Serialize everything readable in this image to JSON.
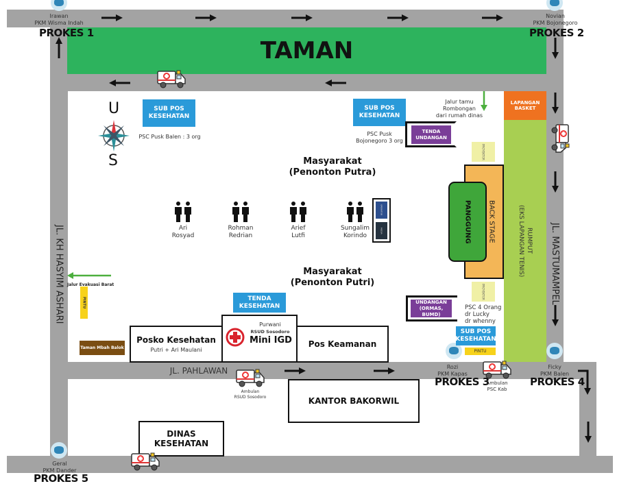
{
  "colors": {
    "road": "#a3a3a3",
    "taman": "#2db35d",
    "rumput": "#a8cf52",
    "basket": "#ef7220",
    "backstage": "#f3b657",
    "panggung": "#3fa63a",
    "sub_pos": "#2a9ad9",
    "tenda_undangan": "#7a3e98",
    "pintu": "#f7d21b",
    "taman_mbah_balok": "#7a4d12",
    "projector": "#f0f0a6",
    "evacuation_arrow": "#4caf3e"
  },
  "taman": "TAMAN",
  "compass": {
    "north": "U",
    "south": "S"
  },
  "prokes": [
    {
      "title": "PROKES 1",
      "person": "Irawan",
      "unit": "PKM Wisma Indah"
    },
    {
      "title": "PROKES 2",
      "person": "Novian",
      "unit": "PKM Bojonegoro"
    },
    {
      "title": "PROKES 3",
      "person": "Rozi",
      "unit": "PKM Kapas"
    },
    {
      "title": "PROKES 4",
      "person": "Ficky",
      "unit": "PKM Balen"
    },
    {
      "title": "PROKES 5",
      "person": "Geral",
      "unit": "PKM Dander"
    }
  ],
  "sub_pos": [
    {
      "label": "SUB POS KESEHATAN",
      "note": "PSC Pusk  Balen : 3 org"
    },
    {
      "label": "SUB POS KESEHATAN",
      "note1": "PSC Pusk",
      "note2": "Bojonegoro 3 org"
    },
    {
      "label": "SUB POS KESEHATAN",
      "note1": "PSC 4 Orang",
      "note2": "dr Lucky",
      "note3": "dr whenny"
    }
  ],
  "tenda_undangan": "TENDA UNDANGAN",
  "undangan_ormas": {
    "line1": "UNDANGAN",
    "line2": "(ORMAS, BUMD)"
  },
  "jalur_tamu": {
    "line1": "Jalur tamu",
    "line2": "Rombongan",
    "line3": "dari rumah dinas"
  },
  "lapangan_basket": {
    "line1": "LAPANGAN",
    "line2": "BASKET"
  },
  "rumput": {
    "line1": "RUMPUT",
    "line2": "(EKS LAPANGAN TENIS)"
  },
  "back_stage": "BACK STAGE",
  "panggung": "PANGGUNG",
  "projector": "PROYEKTOR",
  "operator": "OPERATOR",
  "media": "MEDIA",
  "masyarakat_putra": {
    "line1": "Masyarakat",
    "line2": "(Penonton Putra)"
  },
  "masyarakat_putri": {
    "line1": "Masyarakat",
    "line2": "(Penonton Putri)"
  },
  "officers": [
    {
      "line1": "Ari",
      "line2": "Rosyad"
    },
    {
      "line1": "Rohman",
      "line2": "Redrian"
    },
    {
      "line1": "Arief",
      "line2": "Lutfi"
    },
    {
      "line1": "Sungalim",
      "line2": "Korindo"
    }
  ],
  "streets": {
    "west": "JL. KH HASYIM ASHARI",
    "east": "JL. MASTUMAMPEL",
    "south": "JL. PAHLAWAN"
  },
  "jalur_evakuasi": "Jalur Evakuasi Barat",
  "pintu": "PINTU",
  "taman_mbah_balok": "Taman Mbah Balok",
  "tenda_kesehatan": {
    "line1": "TENDA",
    "line2": "KESEHATAN"
  },
  "posko": {
    "title": "Posko Kesehatan",
    "sub": "Putri + Ari Maulani"
  },
  "mini_igd": {
    "person": "Purwani",
    "unit": "RSUD Sosodoro",
    "title": "Mini IGD"
  },
  "pos_keamanan": "Pos Keamanan",
  "ambulans": [
    {
      "line1": "Ambulan",
      "line2": "RSUD Sosodoro"
    },
    {
      "line1": "Ambulan",
      "line2": "PSC Kab"
    }
  ],
  "kantor_bakorwil": "KANTOR BAKORWIL",
  "dinas_kesehatan": {
    "line1": "DINAS",
    "line2": "KESEHATAN"
  }
}
